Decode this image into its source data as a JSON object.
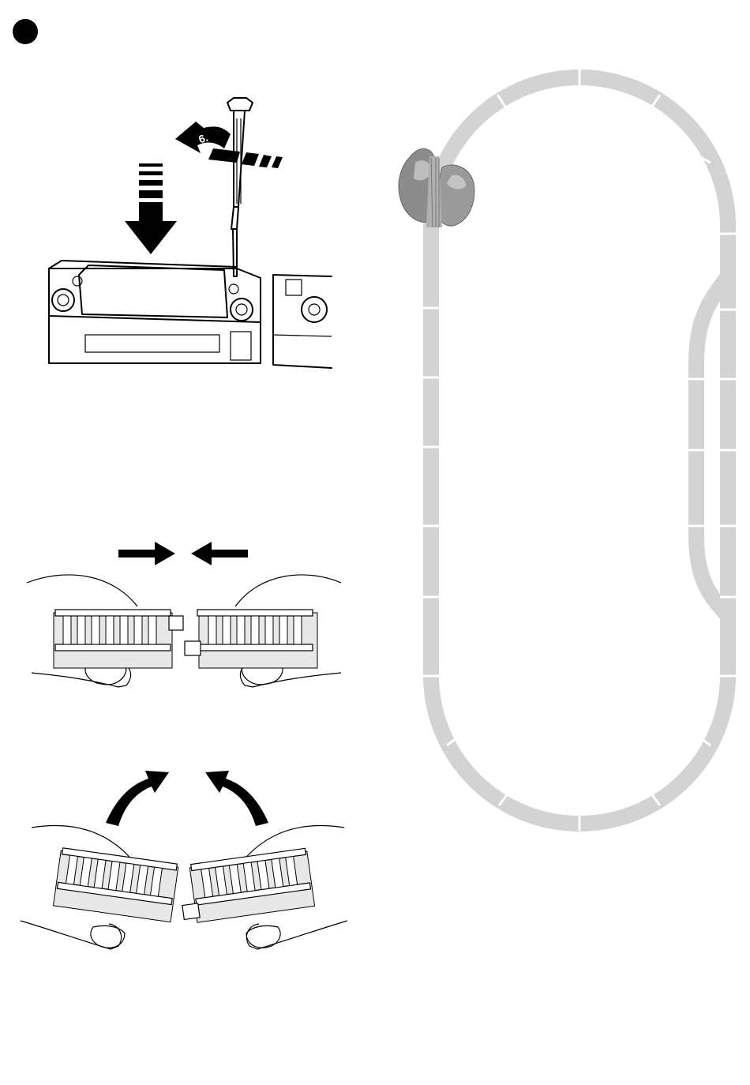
{
  "step_marker": {
    "shape": "filled-circle",
    "color": "#000000"
  },
  "screw_arrow": {
    "label": "6."
  },
  "colors": {
    "ink": "#000000",
    "track": "#d3d3d3",
    "tree": "#808080",
    "background": "#ffffff"
  },
  "figures": {
    "remove_cover": {
      "icon": "screwdriver-icon",
      "direction": "down-arrow-icon"
    },
    "connect_track": {
      "icon": "hands-track-icon",
      "direction": "converging-arrows-icon"
    },
    "angle_track": {
      "icon": "hands-track-icon",
      "direction": "curved-arrows-icon"
    },
    "track_layout": {
      "shape": "oval-with-siding",
      "decoration": "tree-icon"
    }
  }
}
